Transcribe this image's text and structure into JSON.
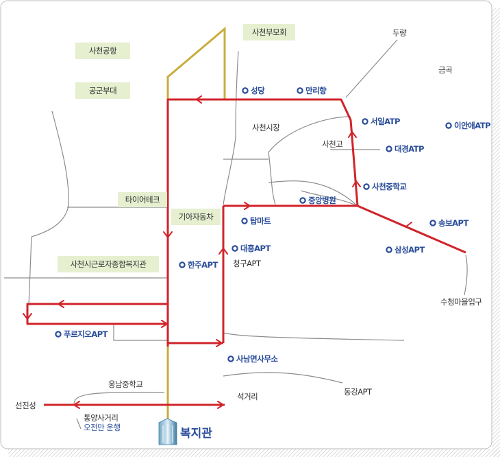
{
  "labels": {
    "airport": "사천공항",
    "airforce": "공군부대",
    "sacheon_bumo": "사천부모회",
    "duryang": "두량",
    "geumgok": "금곡",
    "sacheon_market": "사천시장",
    "sacheon_high": "사천고",
    "tire_tech": "타이어테크",
    "kia_motors": "기아자동차",
    "cheonggu_apt": "청구APT",
    "welfare_center_box": "사천시근로자종합복지관",
    "suchung_entrance": "수청마을입구",
    "ungnam_middle": "웅남중학교",
    "seonjinseong": "선진성",
    "seokgeori": "석거리",
    "tongyang_crossroad": "통양사거리",
    "dongang_apt": "동강APT",
    "destination": "복지관",
    "morning_note": "오전만 운행"
  },
  "stops": {
    "seongdang": "성당",
    "manrihyang": "만리향",
    "seoil_apt": "서일ATP",
    "ianae_apt": "이안애ATP",
    "daegyeong_apt": "대경ATP",
    "sacheon_middle": "사천중학교",
    "jungang_hospital": "중앙병원",
    "tap_mart": "탑마트",
    "songbo_apt": "송보APT",
    "daeheung_apt": "대흥APT",
    "samseong_apt": "삼성APT",
    "hanju_apt": "한주APT",
    "prugio_apt": "푸르지오APT",
    "sanam_office": "사남면사무소"
  },
  "colors": {
    "route": "#d1232a",
    "highlight_road": "#c9ad3c",
    "stop": "#2a4d9b",
    "label_box": "#e6efd0"
  },
  "icons": {
    "destination": "building-icon",
    "stop": "bus-stop-icon"
  }
}
